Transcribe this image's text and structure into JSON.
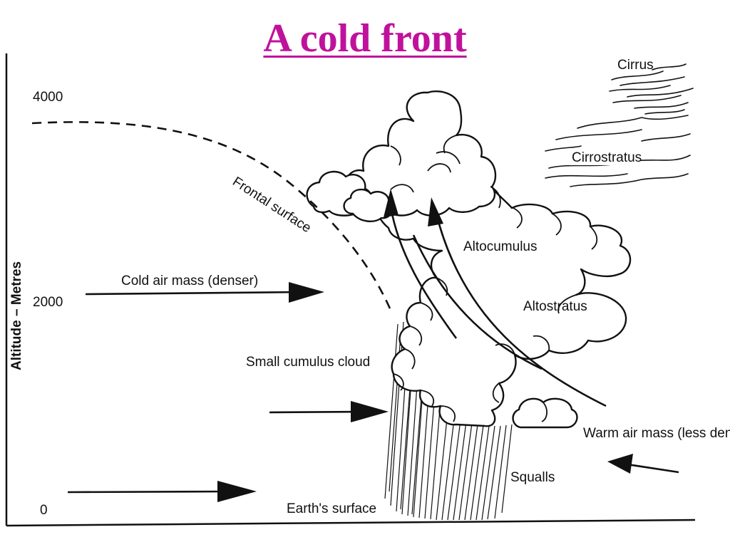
{
  "title": "A cold front",
  "axis": {
    "title": "Altitude – Metres",
    "ticks": [
      "4000",
      "2000",
      "0"
    ]
  },
  "labels": {
    "frontal_surface": "Frontal surface",
    "cold_air": "Cold air mass (denser)",
    "small_cumulus": "Small cumulus cloud",
    "earth_surface": "Earth's surface",
    "cirrus": "Cirrus",
    "cirrostratus": "Cirrostratus",
    "altocumulus": "Altocumulus",
    "altostratus": "Altostratus",
    "warm_air": "Warm air mass (less dense)",
    "squalls": "Squalls"
  }
}
